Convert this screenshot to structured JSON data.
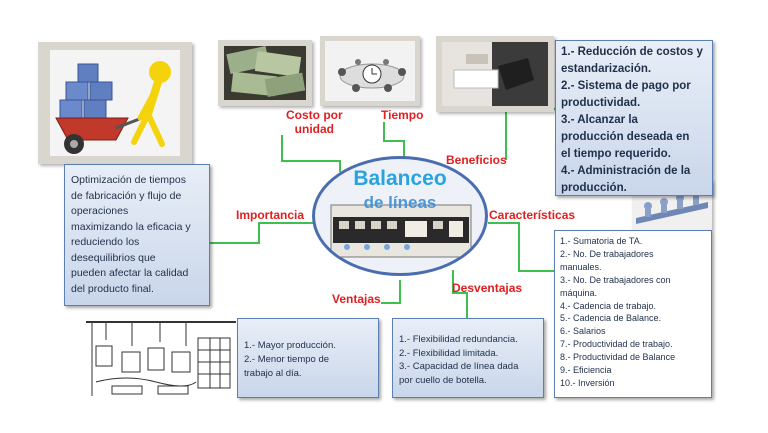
{
  "center": {
    "title_line1": "Balanceo",
    "title_line2": "de líneas"
  },
  "branches": {
    "costo_line1": "Costo por",
    "costo_line2": "unidad",
    "tiempo": "Tiempo",
    "beneficios": "Beneficios",
    "importancia": "Importancia",
    "caracteristicas": "Características",
    "ventajas": "Ventajas",
    "desventajas": "Desventajas"
  },
  "beneficios_box": [
    "1.- Reducción de costos y",
    "estandarización.",
    "2.- Sistema de pago por",
    "productividad.",
    "3.- Alcanzar la",
    "producción deseada en",
    "el tiempo requerido.",
    "4.- Administración de la",
    "producción."
  ],
  "importancia_box": [
    "Optimización de tiempos",
    "de fabricación y flujo de",
    "operaciones",
    "maximizando la eficacia y",
    "reduciendo los",
    "desequilibrios que",
    "pueden afectar la calidad",
    "del producto final."
  ],
  "caracteristicas_box": [
    "1.- Sumatoria de TA.",
    "2.- No. De trabajadores",
    "manuales.",
    "3.- No. De trabajadores con",
    "máquina.",
    "4.- Cadencia de trabajo.",
    "5.- Cadencia de Balance.",
    "6.- Salarios",
    "7.- Productividad de trabajo.",
    "8.- Productividad de Balance",
    "9.- Eficiencia",
    "10.- Inversión"
  ],
  "ventajas_box": [
    "1.- Mayor producción.",
    "2.- Menor tiempo de",
    "trabajo al día."
  ],
  "desventajas_box": [
    "1.- Flexibilidad redundancia.",
    "2.- Flexibilidad limitada.",
    "3.- Capacidad de línea dada",
    "por cuello de botella."
  ],
  "colors": {
    "connector": "#3fbf4f",
    "branch_label": "#e02020",
    "center_title": "#29a3e0",
    "box_border": "#5b7fb0"
  }
}
